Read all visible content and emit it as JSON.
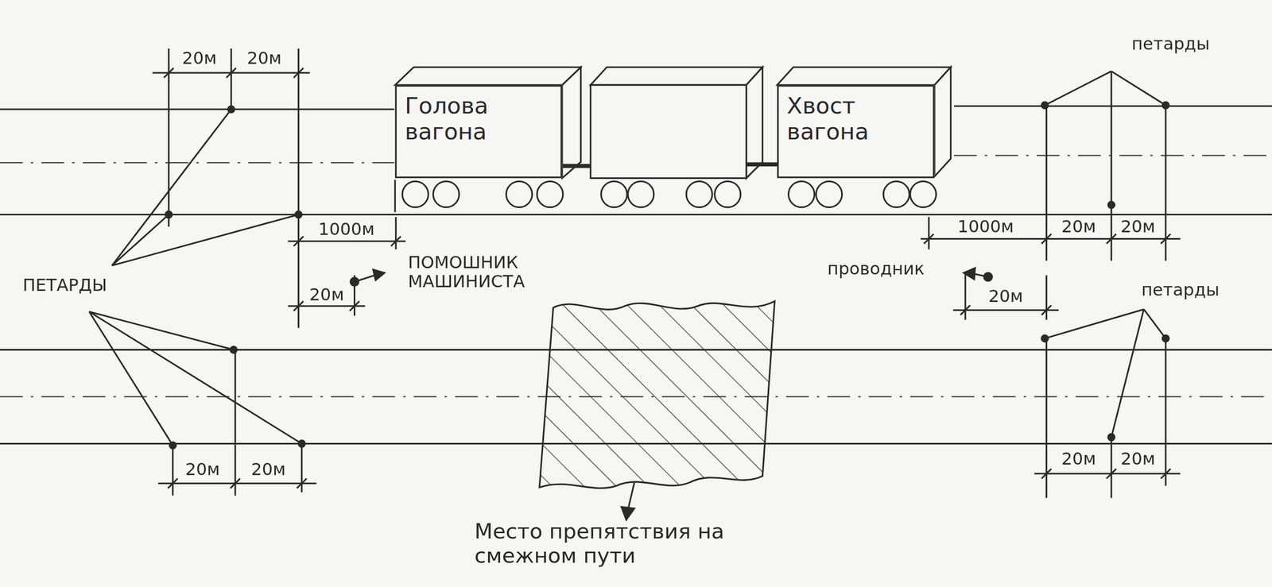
{
  "diagram": {
    "nodes": [
      {
        "text": [
          "Голова вагона"
        ]
      },
      {
        "text": [
          "Хвост вагона"
        ]
      }
    ],
    "labels": [
      "20м",
      "20м",
      "ПЕТАРДЫ",
      "1000м",
      "20м",
      "ПОМОШНИК МАШИНИСТА",
      "20м",
      "20м",
      "петарды",
      "1000м",
      "20м",
      "20м",
      "проводник",
      "20м",
      "петарды",
      "20м",
      "20м",
      "Место препятствия на смежном пути"
    ]
  }
}
